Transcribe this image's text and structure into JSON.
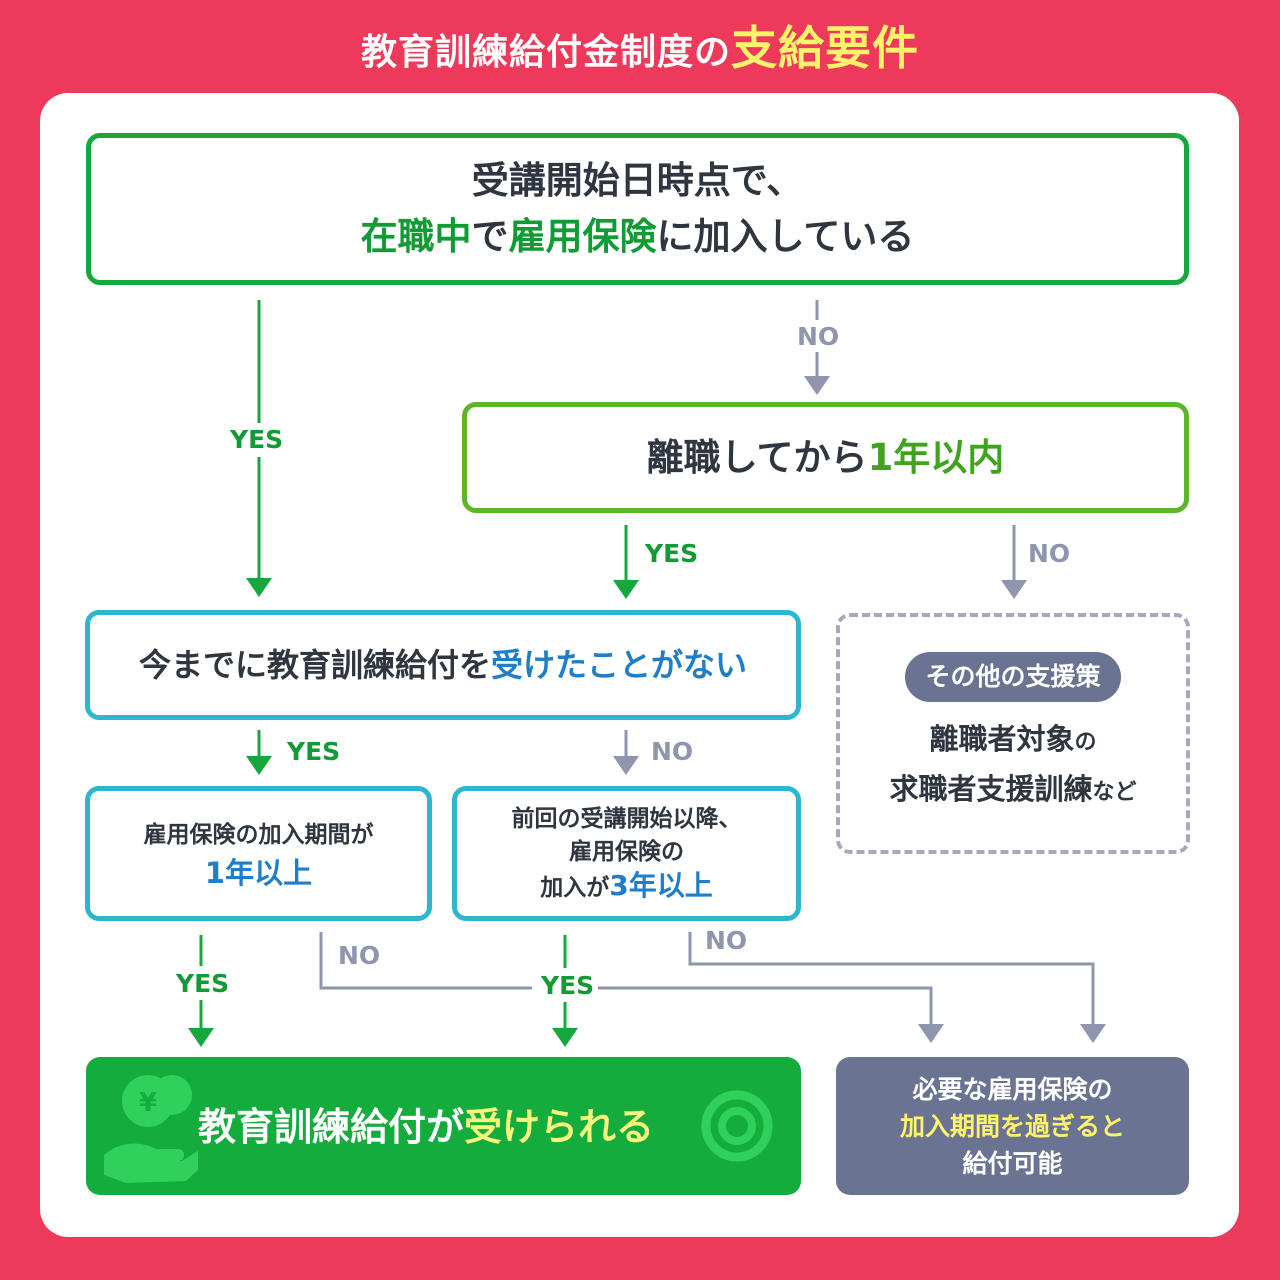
{
  "title": {
    "main": "教育訓練給付金制度の",
    "highlight": "支給要件"
  },
  "q1": {
    "line1": "受講開始日時点で、",
    "part_a": "在職中",
    "part_b": "で",
    "part_c": "雇用保険",
    "part_d": "に加入している"
  },
  "q2": {
    "part_a": "離職してから",
    "part_b": "1年以内"
  },
  "q3": {
    "part_a": "今までに教育訓練給付を",
    "part_b": "受けたことがない"
  },
  "q4": {
    "line1": "雇用保険の加入期間が",
    "line2": "1年以上"
  },
  "q5": {
    "line1": "前回の受講開始以降、",
    "line2": "雇用保険の",
    "line3_a": "加入が",
    "line3_b": "3年以上"
  },
  "other": {
    "badge": "その他の支援策",
    "line1_a": "離職者対象",
    "line1_b": "の",
    "line2_a": "求職者支援訓練",
    "line2_b": "など"
  },
  "result_yes": {
    "part_a": "教育訓練給付が",
    "part_b": "受けられる",
    "coin_symbol": "¥"
  },
  "result_no": {
    "line1": "必要な雇用保険の",
    "line2": "加入期間を過ぎると",
    "line3": "給付可能"
  },
  "labels": {
    "yes": "YES",
    "no": "NO"
  },
  "colors": {
    "background": "#ee3a5a",
    "green": "#16a83c",
    "blue": "#2fb6cf",
    "grey": "#6a7391",
    "highlight": "#fff36b"
  }
}
